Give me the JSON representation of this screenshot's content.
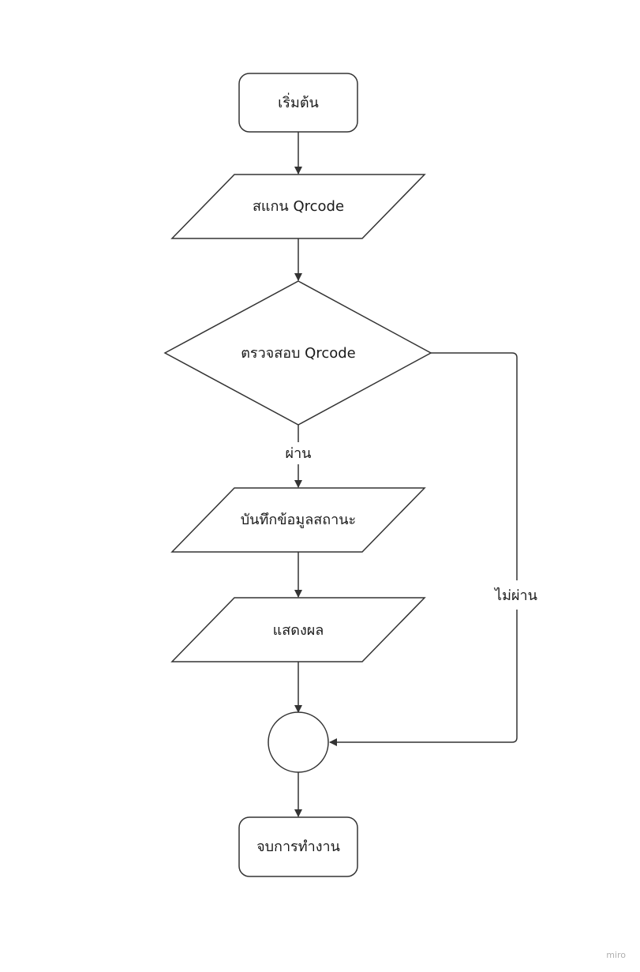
{
  "nodes": {
    "start": "เริ่มต้น",
    "scan": "สแกน Qrcode",
    "check": "ตรวจสอบ Qrcode",
    "save": "บันทึกข้อมูลสถานะ",
    "display": "แสดงผล",
    "connector": "",
    "end": "จบการทำงาน"
  },
  "edges": {
    "pass": "ผ่าน",
    "fail": "ไม่ผ่าน"
  },
  "watermark": "miro"
}
